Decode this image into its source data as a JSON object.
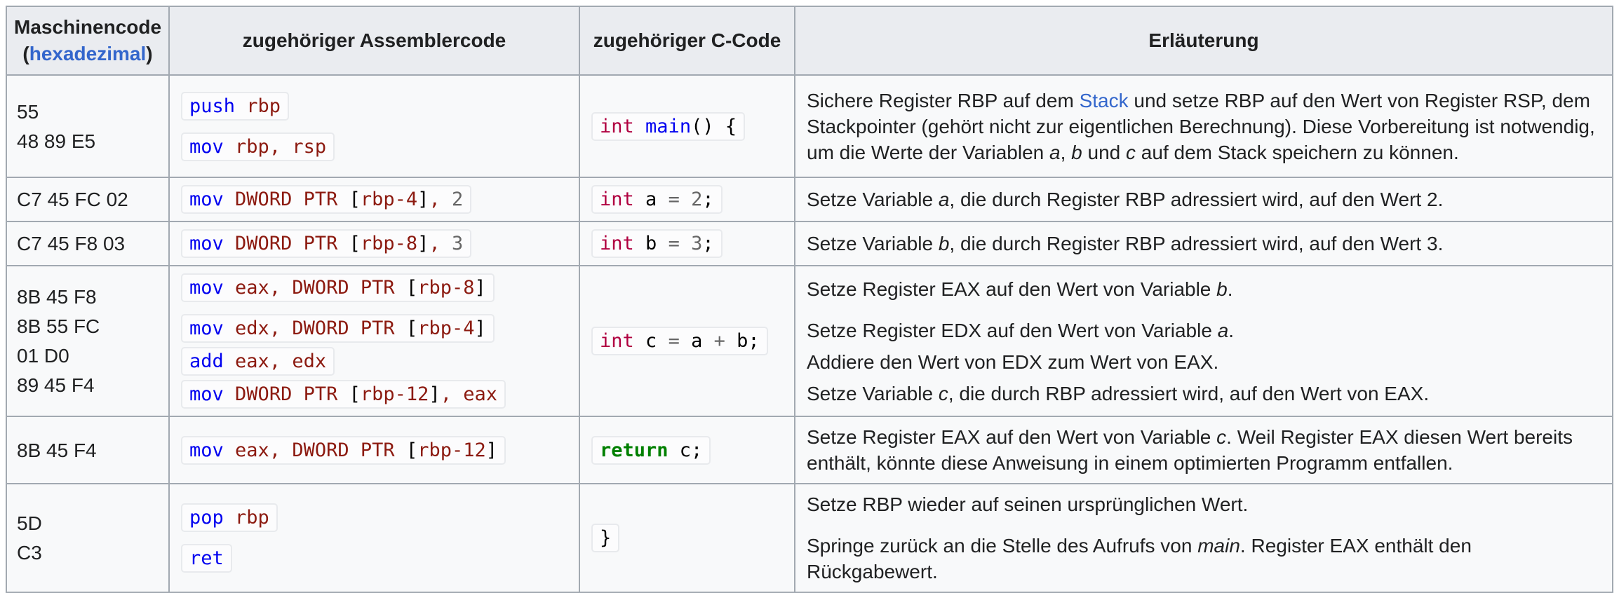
{
  "colors": {
    "header_bg": "#eaecf0",
    "cell_bg": "#f8f9fa",
    "border": "#a2a9b1",
    "link": "#3366cc",
    "asm_mnemonic": "#0000f0",
    "asm_operand": "#8c1a10",
    "c_type": "#b00040",
    "c_keyword": "#008000",
    "number_operator": "#666666"
  },
  "header": {
    "col1_line1": "Maschinencode",
    "col1_paren_open": "(",
    "col1_link": "hexadezimal",
    "col1_paren_close": ")",
    "col2": "zugehöriger Assemblercode",
    "col3": "zugehöriger C-Code",
    "col4": "Erläuterung"
  },
  "rows": [
    {
      "machine_code": [
        "55",
        "48 89 E5"
      ],
      "asm_blocks": [
        [
          [
            {
              "t": "push",
              "c": "mn"
            },
            {
              "t": " ",
              "c": "pl"
            },
            {
              "t": "rbp",
              "c": "reg"
            }
          ]
        ],
        [
          [
            {
              "t": "mov",
              "c": "mn"
            },
            {
              "t": " ",
              "c": "pl"
            },
            {
              "t": "rbp",
              "c": "reg"
            },
            {
              "t": ",",
              "c": "reg"
            },
            {
              "t": " ",
              "c": "pl"
            },
            {
              "t": "rsp",
              "c": "reg"
            }
          ]
        ]
      ],
      "c_code": [
        {
          "t": "int",
          "c": "kt"
        },
        {
          "t": " ",
          "c": "pl"
        },
        {
          "t": "main",
          "c": "nf"
        },
        {
          "t": "() {",
          "c": "pl"
        }
      ],
      "explanation": [
        {
          "gap": false,
          "segments": [
            {
              "t": "Sichere Register RBP auf dem ",
              "s": "p"
            },
            {
              "t": "Stack",
              "s": "link"
            },
            {
              "t": " und setze RBP auf den Wert von Register RSP, dem Stackpointer (gehört nicht zur eigentlichen Berechnung). Diese Vorbereitung ist notwendig, um die Werte der Variablen ",
              "s": "p"
            },
            {
              "t": "a",
              "s": "i"
            },
            {
              "t": ", ",
              "s": "p"
            },
            {
              "t": "b",
              "s": "i"
            },
            {
              "t": " und ",
              "s": "p"
            },
            {
              "t": "c",
              "s": "i"
            },
            {
              "t": " auf dem Stack speichern zu können.",
              "s": "p"
            }
          ]
        }
      ]
    },
    {
      "machine_code": [
        "C7 45 FC 02"
      ],
      "asm_blocks": [
        [
          [
            {
              "t": "mov",
              "c": "mn"
            },
            {
              "t": " ",
              "c": "pl"
            },
            {
              "t": "DWORD PTR",
              "c": "reg"
            },
            {
              "t": " ",
              "c": "pl"
            },
            {
              "t": "[",
              "c": "br"
            },
            {
              "t": "rbp-4",
              "c": "reg"
            },
            {
              "t": "]",
              "c": "br"
            },
            {
              "t": ",",
              "c": "reg"
            },
            {
              "t": " ",
              "c": "pl"
            },
            {
              "t": "2",
              "c": "num"
            }
          ]
        ]
      ],
      "c_code": [
        {
          "t": "int",
          "c": "kt"
        },
        {
          "t": " a ",
          "c": "pl"
        },
        {
          "t": "=",
          "c": "op"
        },
        {
          "t": " ",
          "c": "pl"
        },
        {
          "t": "2",
          "c": "num"
        },
        {
          "t": ";",
          "c": "pl"
        }
      ],
      "explanation": [
        {
          "gap": false,
          "segments": [
            {
              "t": "Setze Variable ",
              "s": "p"
            },
            {
              "t": "a",
              "s": "i"
            },
            {
              "t": ", die durch Register RBP adressiert wird, auf den Wert 2.",
              "s": "p"
            }
          ]
        }
      ]
    },
    {
      "machine_code": [
        "C7 45 F8 03"
      ],
      "asm_blocks": [
        [
          [
            {
              "t": "mov",
              "c": "mn"
            },
            {
              "t": " ",
              "c": "pl"
            },
            {
              "t": "DWORD PTR",
              "c": "reg"
            },
            {
              "t": " ",
              "c": "pl"
            },
            {
              "t": "[",
              "c": "br"
            },
            {
              "t": "rbp-8",
              "c": "reg"
            },
            {
              "t": "]",
              "c": "br"
            },
            {
              "t": ",",
              "c": "reg"
            },
            {
              "t": " ",
              "c": "pl"
            },
            {
              "t": "3",
              "c": "num"
            }
          ]
        ]
      ],
      "c_code": [
        {
          "t": "int",
          "c": "kt"
        },
        {
          "t": " b ",
          "c": "pl"
        },
        {
          "t": "=",
          "c": "op"
        },
        {
          "t": " ",
          "c": "pl"
        },
        {
          "t": "3",
          "c": "num"
        },
        {
          "t": ";",
          "c": "pl"
        }
      ],
      "explanation": [
        {
          "gap": false,
          "segments": [
            {
              "t": "Setze Variable ",
              "s": "p"
            },
            {
              "t": "b",
              "s": "i"
            },
            {
              "t": ", die durch Register RBP adressiert wird, auf den Wert 3.",
              "s": "p"
            }
          ]
        }
      ]
    },
    {
      "machine_code": [
        "8B 45 F8",
        "8B 55 FC",
        "01 D0",
        "89 45 F4"
      ],
      "asm_blocks": [
        [
          [
            {
              "t": "mov",
              "c": "mn"
            },
            {
              "t": " ",
              "c": "pl"
            },
            {
              "t": "eax",
              "c": "reg"
            },
            {
              "t": ",",
              "c": "reg"
            },
            {
              "t": " ",
              "c": "pl"
            },
            {
              "t": "DWORD PTR",
              "c": "reg"
            },
            {
              "t": " ",
              "c": "pl"
            },
            {
              "t": "[",
              "c": "br"
            },
            {
              "t": "rbp-8",
              "c": "reg"
            },
            {
              "t": "]",
              "c": "br"
            }
          ]
        ],
        [
          [
            {
              "t": "mov",
              "c": "mn"
            },
            {
              "t": " ",
              "c": "pl"
            },
            {
              "t": "edx",
              "c": "reg"
            },
            {
              "t": ",",
              "c": "reg"
            },
            {
              "t": " ",
              "c": "pl"
            },
            {
              "t": "DWORD PTR",
              "c": "reg"
            },
            {
              "t": " ",
              "c": "pl"
            },
            {
              "t": "[",
              "c": "br"
            },
            {
              "t": "rbp-4",
              "c": "reg"
            },
            {
              "t": "]",
              "c": "br"
            }
          ],
          [
            {
              "t": "add",
              "c": "mn"
            },
            {
              "t": " ",
              "c": "pl"
            },
            {
              "t": "eax",
              "c": "reg"
            },
            {
              "t": ",",
              "c": "reg"
            },
            {
              "t": " ",
              "c": "pl"
            },
            {
              "t": "edx",
              "c": "reg"
            }
          ],
          [
            {
              "t": "mov",
              "c": "mn"
            },
            {
              "t": " ",
              "c": "pl"
            },
            {
              "t": "DWORD PTR",
              "c": "reg"
            },
            {
              "t": " ",
              "c": "pl"
            },
            {
              "t": "[",
              "c": "br"
            },
            {
              "t": "rbp-12",
              "c": "reg"
            },
            {
              "t": "]",
              "c": "br"
            },
            {
              "t": ",",
              "c": "reg"
            },
            {
              "t": " ",
              "c": "pl"
            },
            {
              "t": "eax",
              "c": "reg"
            }
          ]
        ]
      ],
      "c_code": [
        {
          "t": "int",
          "c": "kt"
        },
        {
          "t": " c ",
          "c": "pl"
        },
        {
          "t": "=",
          "c": "op"
        },
        {
          "t": " a ",
          "c": "pl"
        },
        {
          "t": "+",
          "c": "op"
        },
        {
          "t": " b",
          "c": "pl"
        },
        {
          "t": ";",
          "c": "pl"
        }
      ],
      "explanation": [
        {
          "gap": true,
          "segments": [
            {
              "t": "Setze Register EAX auf den Wert von Variable ",
              "s": "p"
            },
            {
              "t": "b",
              "s": "i"
            },
            {
              "t": ".",
              "s": "p"
            }
          ]
        },
        {
          "gap": false,
          "segments": [
            {
              "t": "Setze Register EDX auf den Wert von Variable ",
              "s": "p"
            },
            {
              "t": "a",
              "s": "i"
            },
            {
              "t": ".",
              "s": "p"
            }
          ]
        },
        {
          "gap": false,
          "segments": [
            {
              "t": "Addiere den Wert von EDX zum Wert von EAX.",
              "s": "p"
            }
          ]
        },
        {
          "gap": false,
          "segments": [
            {
              "t": "Setze Variable ",
              "s": "p"
            },
            {
              "t": "c",
              "s": "i"
            },
            {
              "t": ", die durch RBP adressiert wird, auf den Wert von EAX.",
              "s": "p"
            }
          ]
        }
      ]
    },
    {
      "machine_code": [
        "8B 45 F4"
      ],
      "asm_blocks": [
        [
          [
            {
              "t": "mov",
              "c": "mn"
            },
            {
              "t": " ",
              "c": "pl"
            },
            {
              "t": "eax",
              "c": "reg"
            },
            {
              "t": ",",
              "c": "reg"
            },
            {
              "t": " ",
              "c": "pl"
            },
            {
              "t": "DWORD PTR",
              "c": "reg"
            },
            {
              "t": " ",
              "c": "pl"
            },
            {
              "t": "[",
              "c": "br"
            },
            {
              "t": "rbp-12",
              "c": "reg"
            },
            {
              "t": "]",
              "c": "br"
            }
          ]
        ]
      ],
      "c_code": [
        {
          "t": "return",
          "c": "k"
        },
        {
          "t": " c;",
          "c": "pl"
        }
      ],
      "explanation": [
        {
          "gap": false,
          "segments": [
            {
              "t": "Setze Register EAX auf den Wert von Variable ",
              "s": "p"
            },
            {
              "t": "c",
              "s": "i"
            },
            {
              "t": ". Weil Register EAX diesen Wert bereits enthält, könnte diese Anweisung in einem optimierten Programm entfallen.",
              "s": "p"
            }
          ]
        }
      ]
    },
    {
      "machine_code": [
        "5D",
        "C3"
      ],
      "asm_blocks": [
        [
          [
            {
              "t": "pop",
              "c": "mn"
            },
            {
              "t": " ",
              "c": "pl"
            },
            {
              "t": "rbp",
              "c": "reg"
            }
          ]
        ],
        [
          [
            {
              "t": "ret",
              "c": "mn"
            }
          ]
        ]
      ],
      "c_code": [
        {
          "t": "}",
          "c": "pl"
        }
      ],
      "explanation": [
        {
          "gap": true,
          "segments": [
            {
              "t": "Setze RBP wieder auf seinen ursprünglichen Wert.",
              "s": "p"
            }
          ]
        },
        {
          "gap": false,
          "segments": [
            {
              "t": "Springe zurück an die Stelle des Aufrufs von ",
              "s": "p"
            },
            {
              "t": "main",
              "s": "i"
            },
            {
              "t": ". Register EAX enthält den Rückgabewert.",
              "s": "p"
            }
          ]
        }
      ]
    }
  ]
}
